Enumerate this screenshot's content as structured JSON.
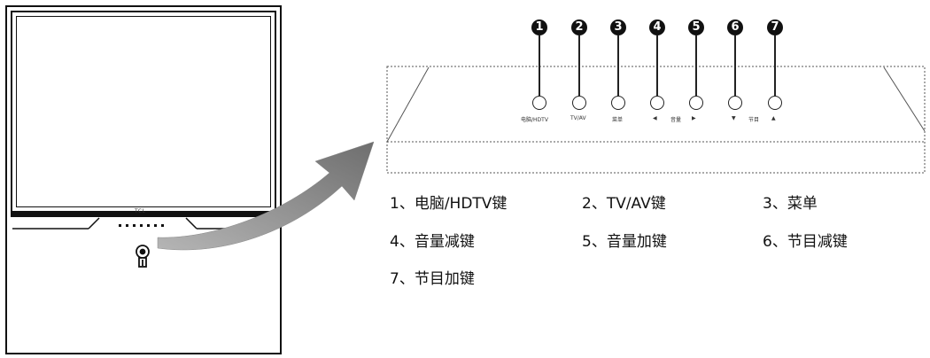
{
  "tv": {
    "brand": "TCL",
    "dots_count": 7
  },
  "panel": {
    "numbers": [
      "1",
      "2",
      "3",
      "4",
      "5",
      "6",
      "7"
    ],
    "button_labels": [
      "电脑/HDTV",
      "TV/AV",
      "菜单",
      "◀",
      "音量",
      "▶",
      "▼",
      "节目",
      "▲"
    ]
  },
  "legend": [
    "1、电脑/HDTV键",
    "2、TV/AV键",
    "3、菜单",
    "4、音量减键",
    "5、音量加键",
    "6、节目减键",
    "7、节目加键"
  ]
}
